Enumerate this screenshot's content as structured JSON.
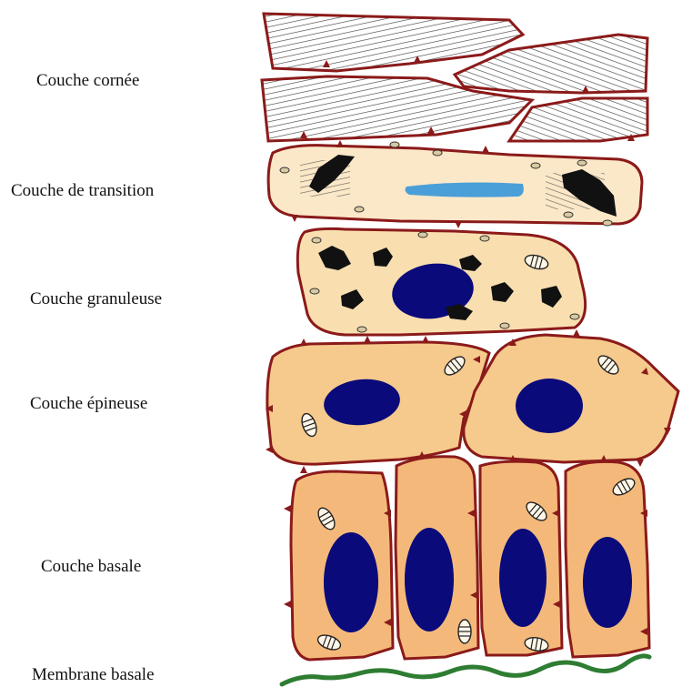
{
  "labels": {
    "cornee": "Couche cornée",
    "transition": "Couche de transition",
    "granuleuse": "Couche granuleuse",
    "epineuse": "Couche épineuse",
    "basale": "Couche basale",
    "membrane": "Membrane basale"
  },
  "colors": {
    "cell_border": "#8b1a1a",
    "cornified_fill": "#ffffff",
    "cornified_hatch": "#444444",
    "transition_fill": "#fbe8c8",
    "granular_fill": "#f9dfb0",
    "spinous_fill": "#f6c98c",
    "basal_fill": "#f4b97a",
    "nucleus": "#0a0a7a",
    "blue_streak": "#4a9fd8",
    "granules": "#111111",
    "membrane": "#2e7d32"
  }
}
